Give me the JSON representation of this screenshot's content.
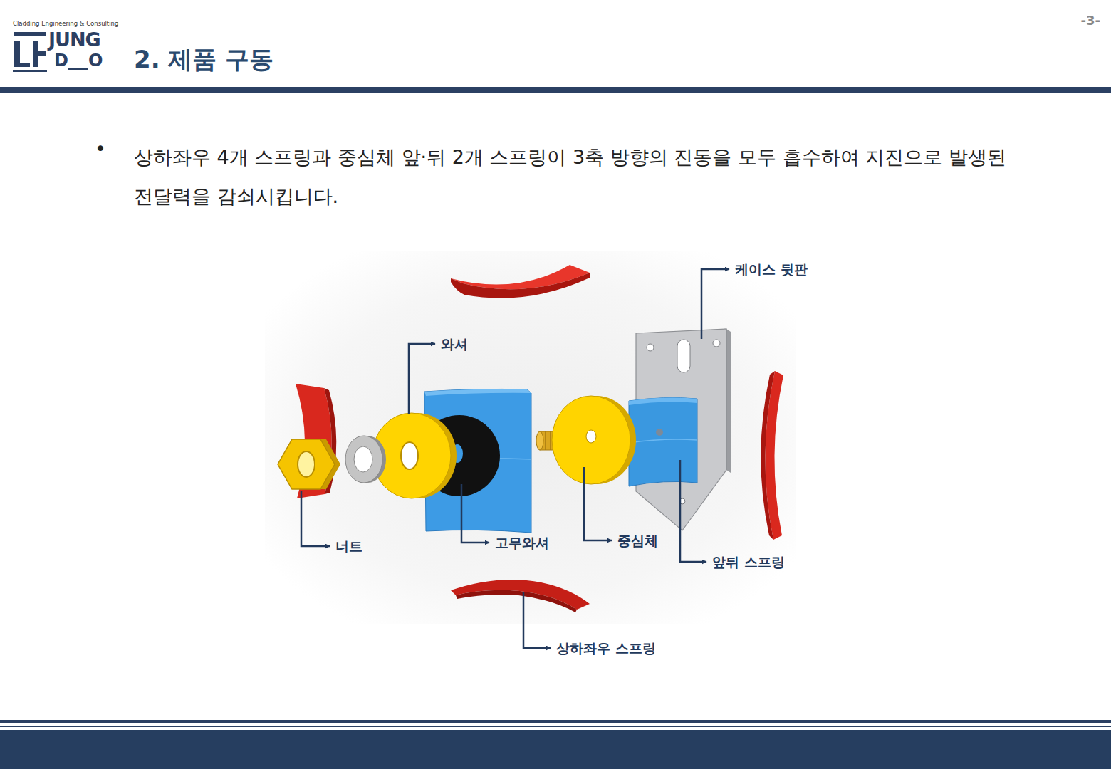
{
  "diagram": {
    "title": "2. 제품 구동",
    "labels": [
      "Cladding Engineering & Consulting",
      "JUNG",
      "D",
      "O",
      "-3-",
      "•",
      "상하좌우 4개 스프링과 중심체 앞·뒤 2개 스프링이 3축 방향의 진동을 모두 흡수하여 지진으로 발생된 전달력을 감쇠시킵니다.",
      "케이스 뒷판",
      "와셔",
      "너트",
      "고무와셔",
      "중심체",
      "앞뒤 스프링",
      "상하좌우 스프링"
    ]
  }
}
